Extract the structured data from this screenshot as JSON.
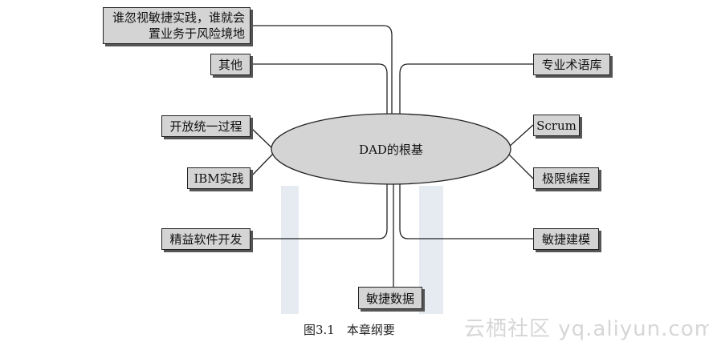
{
  "diagram": {
    "center": "DAD的根基",
    "left_nodes": {
      "warning_line1": "谁忽视敏捷实践，谁就会",
      "warning_line2": "置业务于风险境地",
      "other": "其他",
      "unified_process": "开放统一过程",
      "ibm_practice": "IBM实践",
      "lean_software": "精益软件开发"
    },
    "right_nodes": {
      "glossary": "专业术语库",
      "scrum": "Scrum",
      "xp": "极限编程",
      "agile_modeling": "敏捷建模"
    },
    "bottom_node": "敏捷数据"
  },
  "caption": "图3.1　本章纲要",
  "watermark": "云栖社区 yq.aliyun.com",
  "colors": {
    "node_fill": "#d4d4d4",
    "ellipse_fill": "#d4d4d4",
    "line": "#222222"
  }
}
